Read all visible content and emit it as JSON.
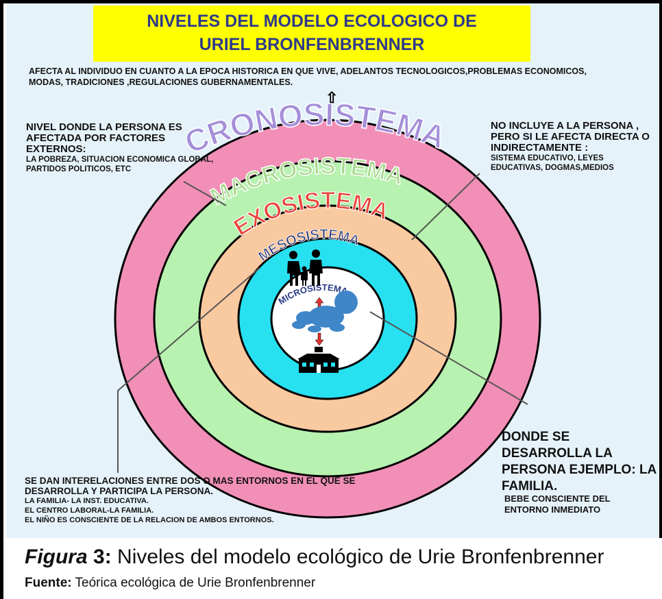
{
  "title": {
    "line1": "NIVELES DEL MODELO ECOLOGICO DE",
    "line2": "URIEL BRONFENBRENNER"
  },
  "chrono_note": "AFECTA AL INDIVIDUO EN CUANTO A LA EPOCA HISTORICA EN QUE VIVE, ADELANTOS TECNOLOGICOS,PROBLEMAS ECONOMICOS, MODAS, TRADICIONES ,REGULACIONES  GUBERNAMENTALES.",
  "macro_note": {
    "heading": "NIVEL DONDE LA PERSONA ES AFECTADA POR FACTORES EXTERNOS:",
    "detail": "LA POBREZA, SITUACION ECONOMICA GLOBAL, PARTIDOS POLITICOS, ETC"
  },
  "exo_note": {
    "heading": "NO INCLUYE A LA PERSONA , PERO SI LE AFECTA DIRECTA O INDIRECTAMENTE :",
    "detail": "SISTEMA EDUCATIVO, LEYES EDUCATIVAS, DOGMAS,MEDIOS"
  },
  "levels": {
    "crono": "CRONOSISTEMA",
    "macro": "MACROSISTEMA",
    "exo": "EXOSISTEMA",
    "meso": "MESOSISTEMA",
    "micro": "MICROSISTEMA"
  },
  "meso_note": {
    "heading": "SE DAN INTERELACIONES ENTRE  DOS O MAS ENTORNOS EN EL QUE SE DESARROLLA Y PARTICIPA LA PERSONA.",
    "line1": "LA FAMILIA- LA INST. EDUCATIVA.",
    "line2": "EL CENTRO LABORAL-LA FAMILIA.",
    "line3": "EL NIÑO  ES CONSCIENTE DE LA RELACION DE AMBOS ENTORNOS."
  },
  "micro_note": {
    "heading": "DONDE SE DESARROLLA LA PERSONA EJEMPLO: LA FAMILIA.",
    "detail": "BEBE CONSCIENTE DEL ENTORNO INMEDIATO"
  },
  "caption": {
    "figure_label": "Figura",
    "figure_number": " 3:",
    "text": " Niveles del modelo ecológico de Urie Bronfenbrenner"
  },
  "source": {
    "label": "Fuente:",
    "text": " Teórica ecológica de Urie Bronfenbrenner"
  },
  "colors": {
    "crono_ring": "#f28fb7",
    "macro_ring": "#b8f2b0",
    "exo_ring": "#f9c9a0",
    "meso_ring": "#27e0f0",
    "micro_center": "#ffffff",
    "crono_text": "#a58fd8",
    "macro_text": "#a8d88c",
    "exo_text": "#e8453a",
    "meso_text": "#2a3a7a",
    "micro_text": "#2a3a8a",
    "baby": "#3f86c8"
  },
  "icons": [
    "arrow-up-icon",
    "family-icon",
    "baby-icon",
    "school-icon",
    "red-arrow-up-icon",
    "red-arrow-down-icon"
  ]
}
